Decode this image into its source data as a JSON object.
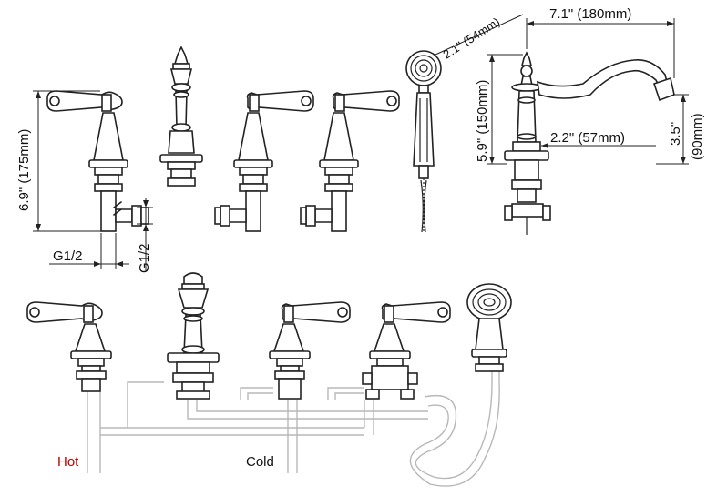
{
  "dimensions": {
    "overall_height": "6.9\" (175mm)",
    "thread_horizontal": "G1/2",
    "thread_vertical": "G1/2",
    "handshower_diameter": "2.1\" (54mm)",
    "spout_reach": "7.1\" (180mm)",
    "spout_height": "5.9\" (150mm)",
    "spout_base": "2.2\" (57mm)",
    "spout_outlet_height": "3.5\"",
    "spout_outlet_height_mm": "(90mm)"
  },
  "plumbing": {
    "hot_label": "Hot",
    "cold_label": "Cold"
  },
  "colors": {
    "line": "#222222",
    "pipe": "#b8b8b8",
    "hot": "#c00000"
  }
}
